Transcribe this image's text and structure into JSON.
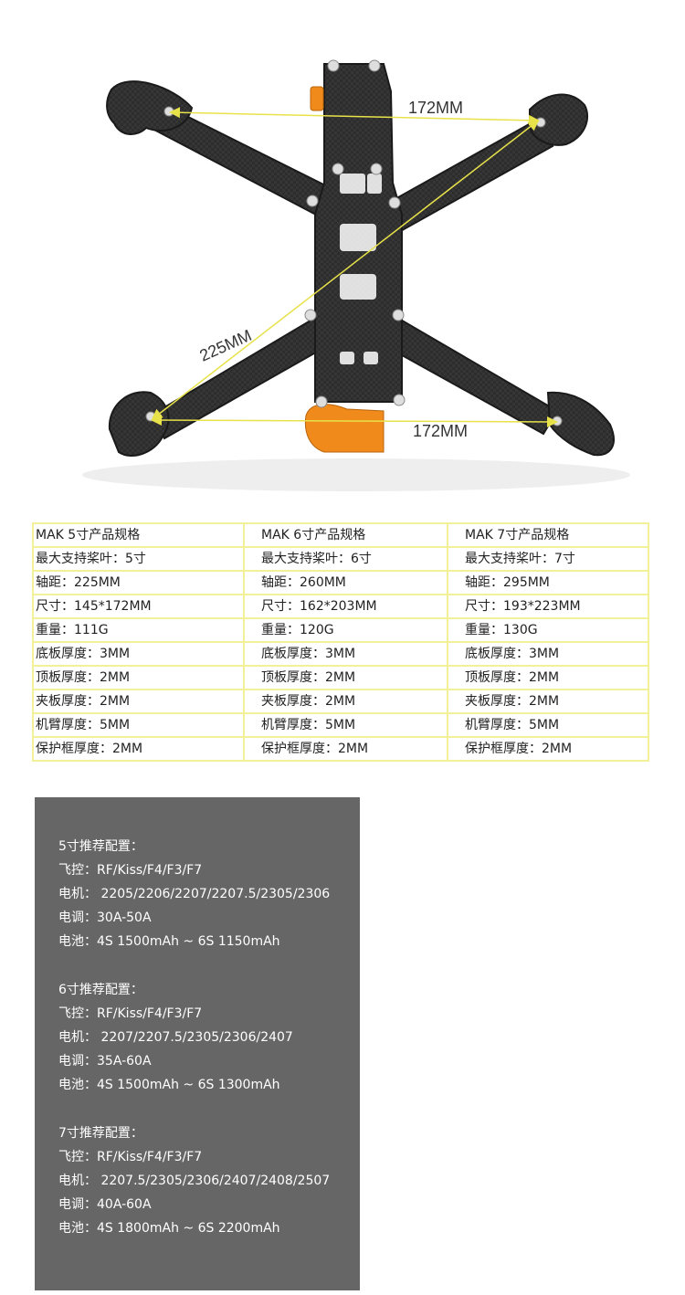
{
  "photo": {
    "dimensions": {
      "wheelbase": "225MM",
      "width_top": "172MM",
      "width_bottom": "172MM"
    },
    "colors": {
      "carbon": "#2d2d2d",
      "carbon_edge": "#1a1a1a",
      "standoff": "#f08a1a",
      "arrow": "#e7e24a"
    }
  },
  "table": {
    "rows": [
      [
        "MAK 5寸产品规格",
        "MAK 6寸产品规格",
        "MAK 7寸产品规格"
      ],
      [
        "最大支持桨叶：5寸",
        "最大支持桨叶：6寸",
        "最大支持桨叶：7寸"
      ],
      [
        "轴距：225MM",
        "轴距：260MM",
        "轴距：295MM"
      ],
      [
        "尺寸：145*172MM",
        "尺寸：162*203MM",
        "尺寸：193*223MM"
      ],
      [
        "重量：111G",
        "重量：120G",
        "重量：130G"
      ],
      [
        "底板厚度：3MM",
        "底板厚度：3MM",
        "底板厚度：3MM"
      ],
      [
        "顶板厚度：2MM",
        "顶板厚度：2MM",
        "顶板厚度：2MM"
      ],
      [
        "夹板厚度：2MM",
        "夹板厚度：2MM",
        "夹板厚度：2MM"
      ],
      [
        "机臂厚度：5MM",
        "机臂厚度：5MM",
        "机臂厚度：5MM"
      ],
      [
        "保护框厚度：2MM",
        "保护框厚度：2MM",
        "保护框厚度：2MM"
      ]
    ],
    "border_color": "#f3f09a"
  },
  "config": {
    "panel_color": "#666666",
    "groups": [
      {
        "title": "5寸推荐配置：",
        "lines": [
          "飞控：RF/Kiss/F4/F3/F7",
          "电机： 2205/2206/2207/2207.5/2305/2306",
          "电调：30A-50A",
          "电池：4S 1500mAh ~ 6S 1150mAh"
        ]
      },
      {
        "title": "6寸推荐配置：",
        "lines": [
          "飞控：RF/Kiss/F4/F3/F7",
          "电机： 2207/2207.5/2305/2306/2407",
          "电调：35A-60A",
          "电池：4S 1500mAh ~ 6S 1300mAh"
        ]
      },
      {
        "title": "7寸推荐配置：",
        "lines": [
          "飞控：RF/Kiss/F4/F3/F7",
          "电机： 2207.5/2305/2306/2407/2408/2507",
          "电调：40A-60A",
          "电池：4S 1800mAh ~ 6S 2200mAh"
        ]
      }
    ]
  }
}
